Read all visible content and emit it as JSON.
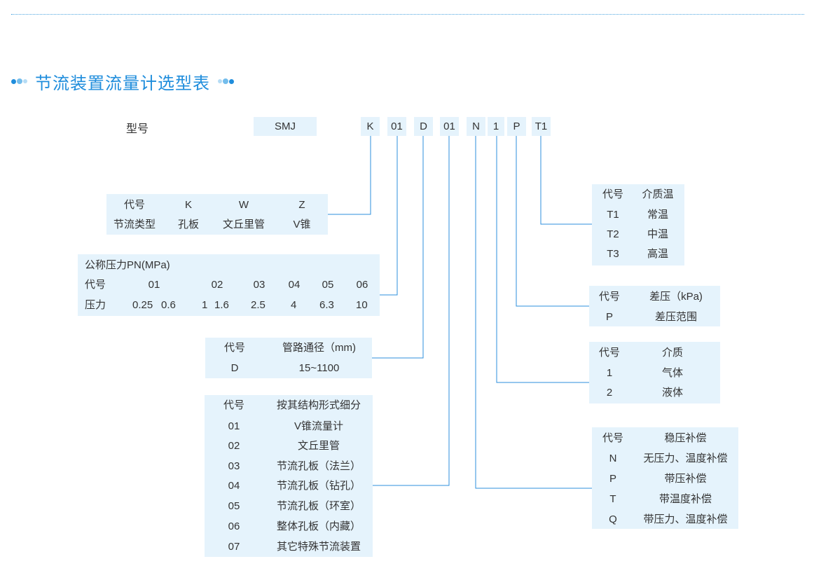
{
  "title": "节流装置流量计选型表",
  "model": {
    "label": "型号",
    "segments": [
      "SMJ",
      "K",
      "01",
      "D",
      "01",
      "N",
      "1",
      "P",
      "T1"
    ]
  },
  "type_table": {
    "rows": [
      [
        "代号",
        "K",
        "W",
        "Z"
      ],
      [
        "节流类型",
        "孔板",
        "文丘里管",
        "V锥"
      ]
    ]
  },
  "pressure_table": {
    "header": "公称压力PN(MPa)",
    "code_row": [
      "代号",
      "01",
      "02",
      "03",
      "04",
      "05",
      "06"
    ],
    "value_row": [
      "压力",
      "0.25",
      "0.6",
      "1",
      "1.6",
      "2.5",
      "4",
      "6.3",
      "10"
    ]
  },
  "diameter_table": {
    "rows": [
      [
        "代号",
        "管路通径（mm)"
      ],
      [
        "D",
        "15~1100"
      ]
    ]
  },
  "structure_table": {
    "rows": [
      [
        "代号",
        "按其结构形式细分"
      ],
      [
        "01",
        "V锥流量计"
      ],
      [
        "02",
        "文丘里管"
      ],
      [
        "03",
        "节流孔板（法兰）"
      ],
      [
        "04",
        "节流孔板（钻孔）"
      ],
      [
        "05",
        "节流孔板（环室）"
      ],
      [
        "06",
        "整体孔板（内藏）"
      ],
      [
        "07",
        "其它特殊节流装置"
      ]
    ]
  },
  "temperature_table": {
    "rows": [
      [
        "代号",
        "介质温"
      ],
      [
        "T1",
        "常温"
      ],
      [
        "T2",
        "中温"
      ],
      [
        "T3",
        "高温"
      ]
    ]
  },
  "diffpressure_table": {
    "rows": [
      [
        "代号",
        "差压（kPa)"
      ],
      [
        "P",
        "差压范围"
      ]
    ]
  },
  "medium_table": {
    "rows": [
      [
        "代号",
        "介质"
      ],
      [
        "1",
        "气体"
      ],
      [
        "2",
        "液体"
      ]
    ]
  },
  "compensation_table": {
    "rows": [
      [
        "代号",
        "稳压补偿"
      ],
      [
        "N",
        "无压力、温度补偿"
      ],
      [
        "P",
        "带压补偿"
      ],
      [
        "T",
        "带温度补偿"
      ],
      [
        "Q",
        "带压力、温度补偿"
      ]
    ]
  },
  "colors": {
    "accent": "#1f8ddc",
    "box_bg": "#e5f3fc",
    "line": "#2c8fdc"
  }
}
